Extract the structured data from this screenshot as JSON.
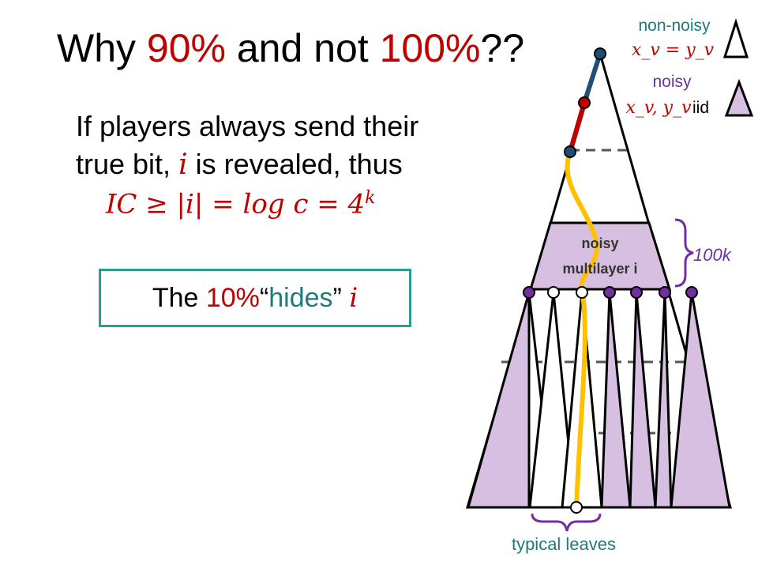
{
  "slide": {
    "title_prefix": "Why ",
    "title_90": "90%",
    "title_mid": " and not ",
    "title_100": "100%",
    "title_suffix": "??"
  },
  "body": {
    "line1": "If players always send their",
    "line2_prefix": "true bit, ",
    "line2_var": "i",
    "line2_suffix": " is revealed, thus",
    "formula_ic": "IC",
    "formula_rest": " ≥ |i| = log c = 4",
    "formula_exp": "k"
  },
  "callout": {
    "prefix": "The ",
    "pct": "10%",
    "open_quote": " “",
    "word": "hides",
    "close_quote": "” ",
    "var": "i"
  },
  "legend": {
    "nonnoisy_label": "non-noisy",
    "nonnoisy_formula": "x_v = y_v",
    "noisy_label": "noisy",
    "noisy_formula": "x_v, y_v",
    "noisy_suffix": "iid"
  },
  "diagram": {
    "band_label_1": "noisy",
    "band_label_2": "multilayer i",
    "brace_label": "100k",
    "leaves_label": "typical leaves"
  },
  "colors": {
    "red": "#c00000",
    "teal": "#1f7a7a",
    "purple": "#7030a0",
    "lavender": "#d6bfe0",
    "blue": "#1f4e79",
    "gold": "#ffc000"
  }
}
